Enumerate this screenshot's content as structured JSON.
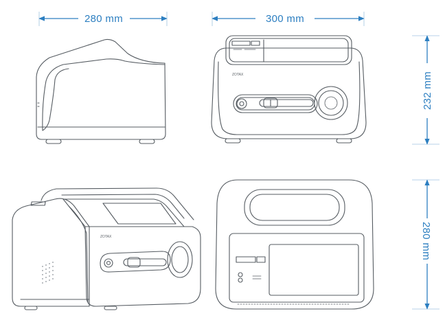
{
  "dimensions": {
    "depth_top": "280 mm",
    "width_top": "300 mm",
    "height_right": "232 mm",
    "depth_right": "280 mm"
  },
  "labels": {
    "brand_front": "ZOTAX",
    "brand_iso": "ZOTAX"
  },
  "colors": {
    "dimension": "#2d7fc1",
    "outline": "#555b61",
    "fill": "#ffffff"
  }
}
